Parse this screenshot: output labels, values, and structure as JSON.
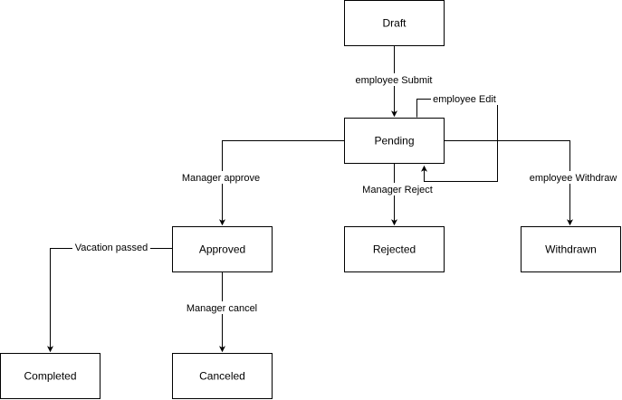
{
  "nodes": {
    "draft": "Draft",
    "pending": "Pending",
    "approved": "Approved",
    "rejected": "Rejected",
    "withdrawn": "Withdrawn",
    "completed": "Completed",
    "canceled": "Canceled"
  },
  "edges": {
    "submit": "employee Submit",
    "edit": "employee Edit",
    "approve": "Manager approve",
    "reject": "Manager Reject",
    "withdraw": "employee Withdraw",
    "vacation_passed": "Vacation passed",
    "cancel": "Manager cancel"
  },
  "colors": {
    "stroke": "#000000",
    "fill": "#ffffff"
  }
}
